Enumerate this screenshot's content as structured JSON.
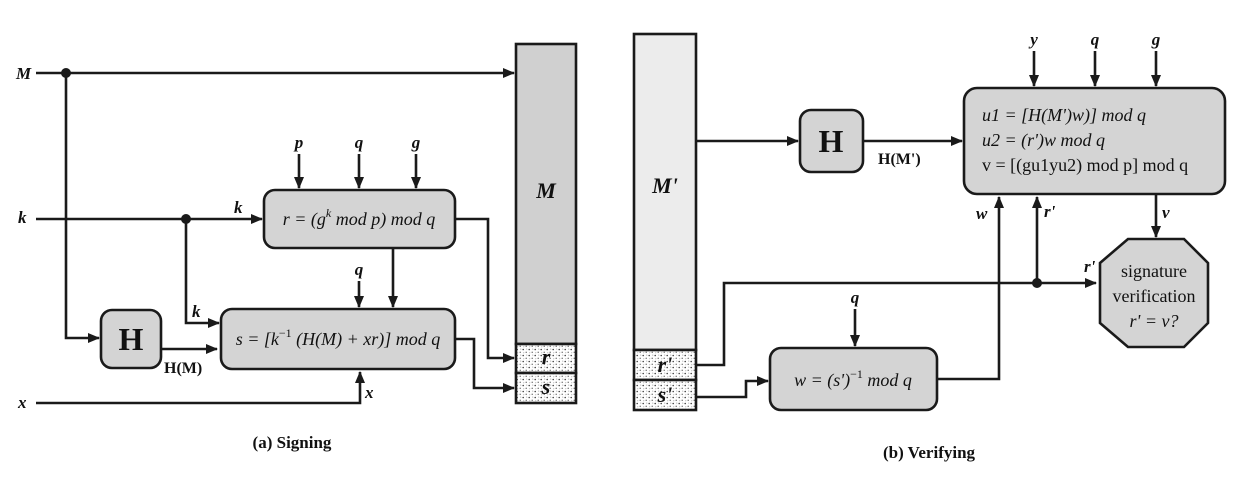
{
  "signing": {
    "caption": "(a) Signing",
    "inputs": {
      "M": "M",
      "k": "k",
      "x": "x"
    },
    "params": {
      "p": "p",
      "q": "q",
      "g": "g",
      "q2": "q"
    },
    "wire_labels": {
      "k_to_r": "k",
      "k_to_s": "k",
      "x_to_s": "x",
      "hash_out": "H(M)"
    },
    "hash_box": "H",
    "r_box": {
      "prefix": "r = (g",
      "sup": "k",
      "suffix": " mod p) mod q"
    },
    "s_box": {
      "prefix": "s = [k",
      "sup": "−1",
      "suffix": " (H(M) + xr)] mod q"
    },
    "column": {
      "message": "M",
      "r": "r",
      "s": "s"
    }
  },
  "verifying": {
    "caption": "(b) Verifying",
    "column": {
      "message": "M'",
      "r": "r'",
      "s": "s'"
    },
    "params": {
      "y": "y",
      "q": "q",
      "g": "g",
      "q2": "q"
    },
    "hash_box": "H",
    "hash_out": "H(M')",
    "u_box": {
      "line1": "u1 = [H(M')w)] mod q",
      "line2": "u2 = (r')w mod q",
      "line3": "v =  [(gu1yu2) mod p] mod q"
    },
    "w_box": {
      "prefix": "w = (s')",
      "sup": "−1",
      "suffix": " mod q"
    },
    "wire_labels": {
      "w": "w",
      "r_up": "r'",
      "v": "v",
      "r_in": "r'"
    },
    "verification": {
      "line1": "signature",
      "line2": "verification",
      "line3": "r' = v?"
    }
  }
}
